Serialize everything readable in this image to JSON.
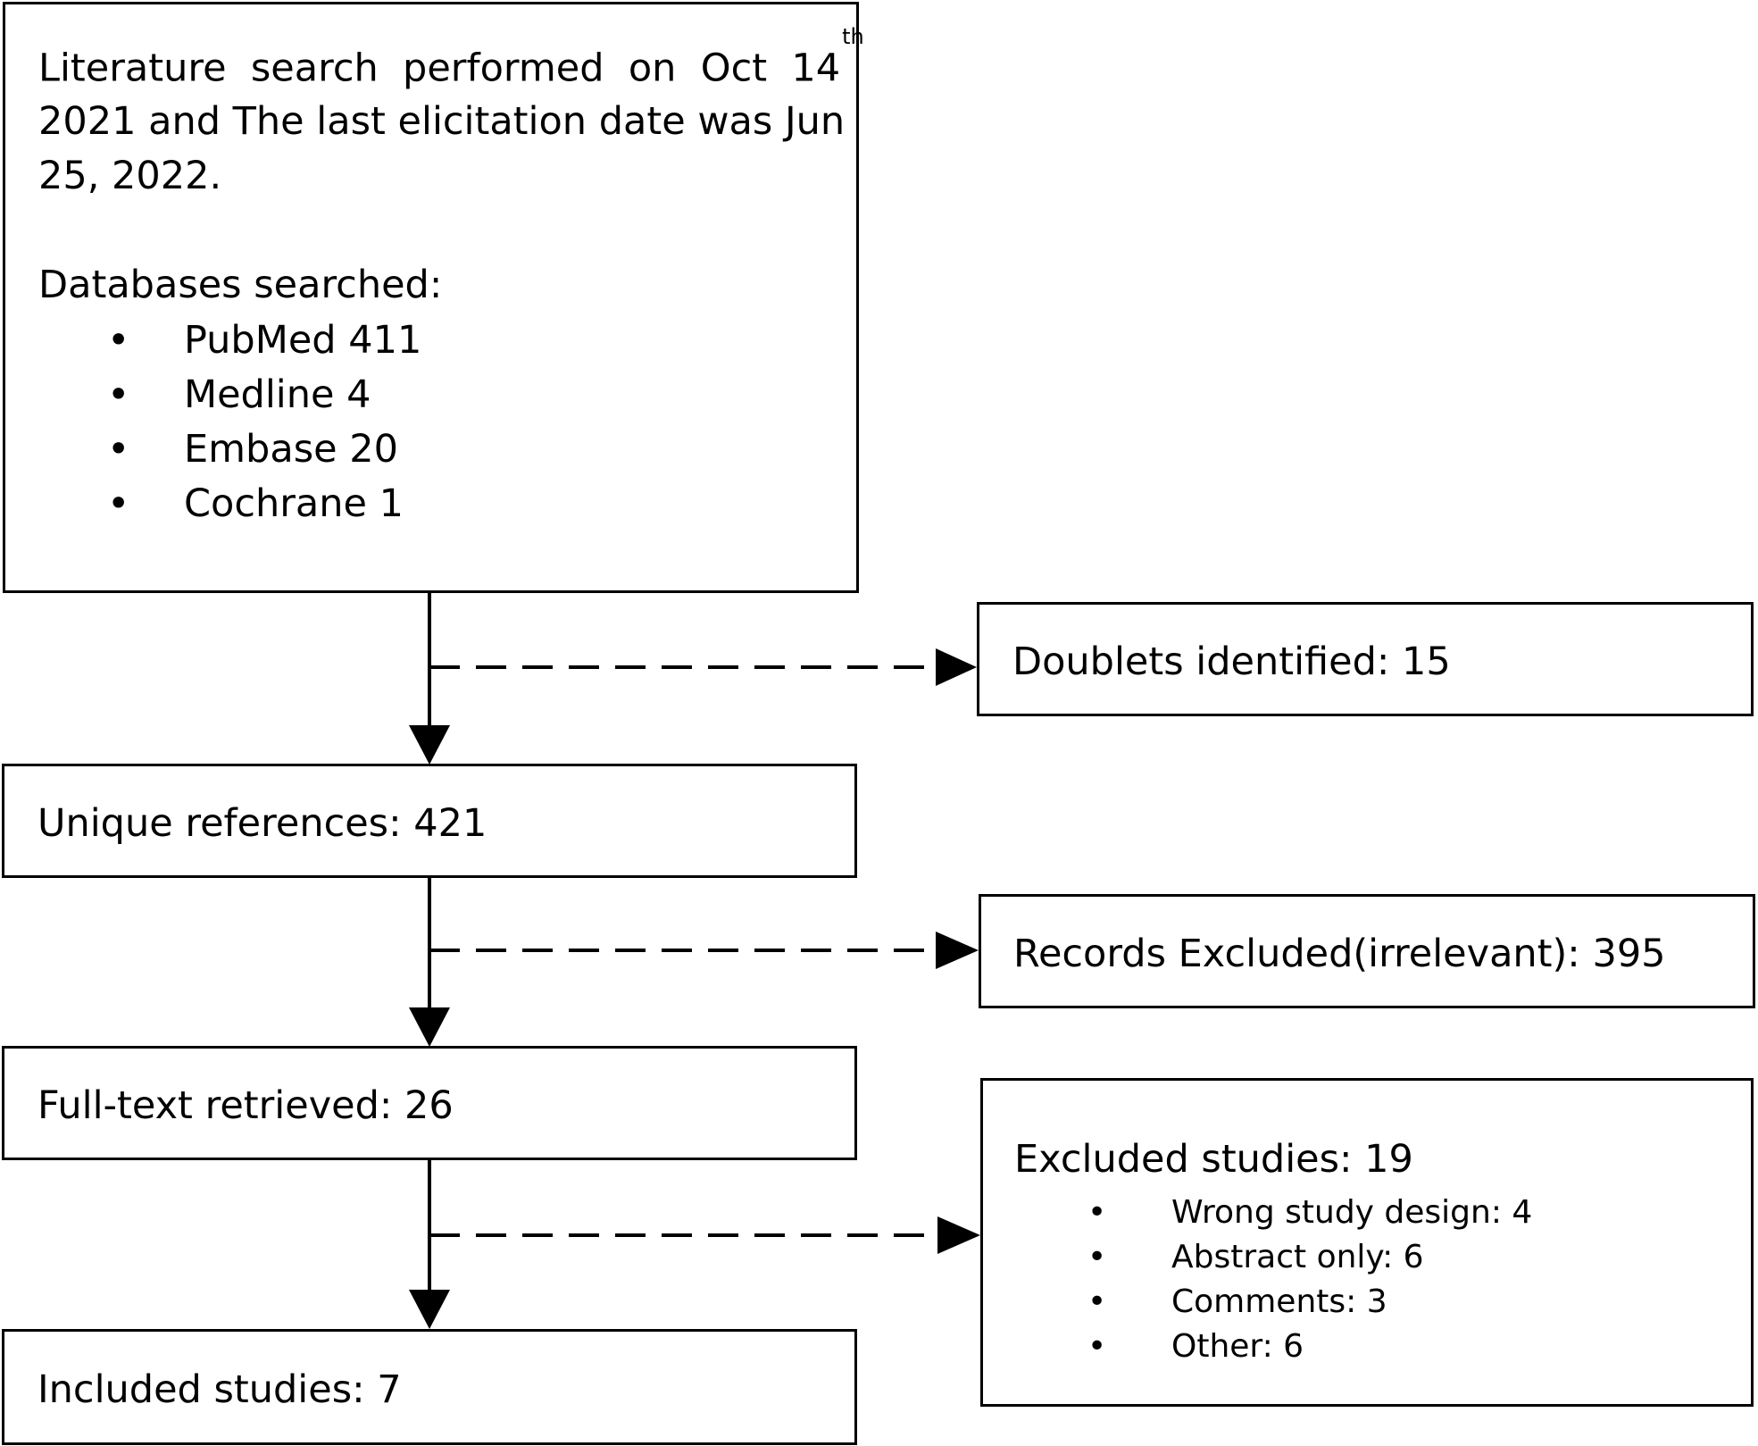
{
  "search_box": {
    "line1_pre": "Literature  search  performed  on  Oct  14",
    "line1_sup": "th",
    "line2": "2021 and The last elicitation date was Jun",
    "line3": "25, 2022.",
    "databases_heading": "Databases searched:",
    "databases": [
      "PubMed 411",
      "Medline 4",
      "Embase 20",
      "Cochrane 1"
    ]
  },
  "doublets_box": {
    "text": "Doublets identified: 15"
  },
  "unique_box": {
    "text": "Unique references: 421"
  },
  "excluded_records_box": {
    "text": "Records Excluded(irrelevant): 395"
  },
  "fulltext_box": {
    "text": "Full-text retrieved: 26"
  },
  "excluded_studies_box": {
    "heading": "Excluded studies: 19",
    "reasons": [
      "Wrong study design: 4",
      "Abstract only: 6",
      "Comments: 3",
      "Other: 6"
    ]
  },
  "included_box": {
    "text": "Included studies: 7"
  },
  "bullet_glyph": "•"
}
